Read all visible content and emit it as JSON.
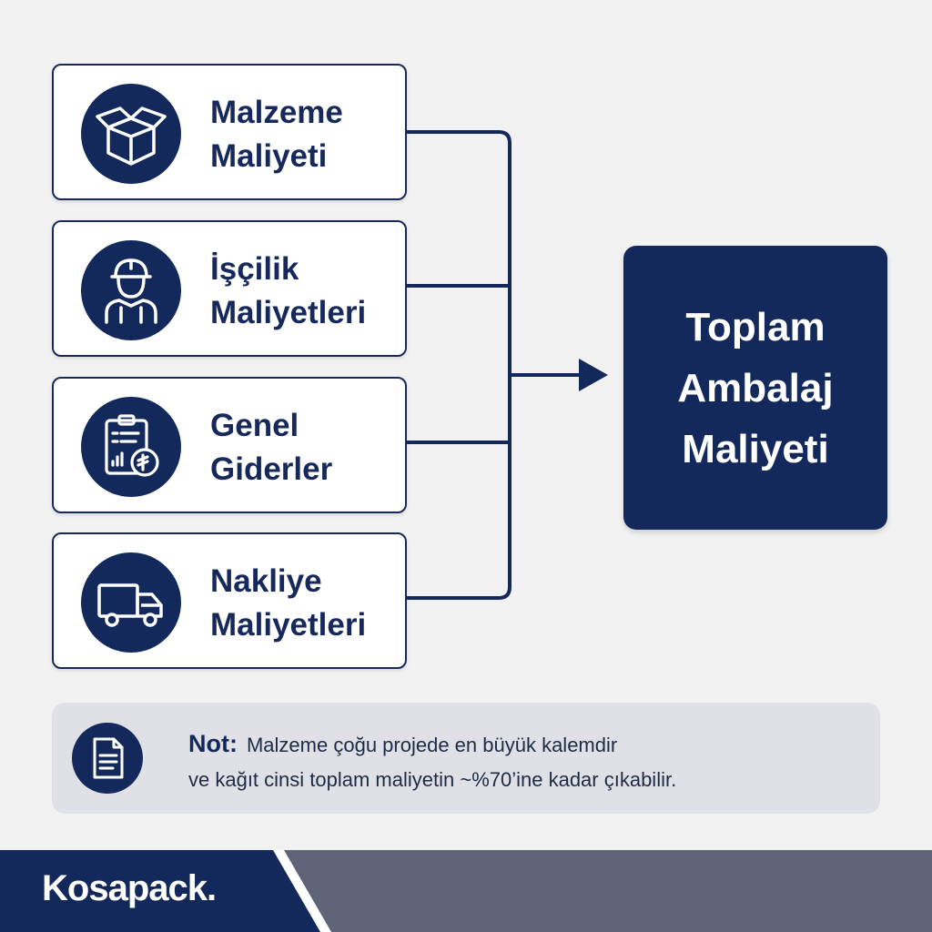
{
  "cards": [
    {
      "line1": "Malzeme",
      "line2": "Maliyeti",
      "icon": "box-icon"
    },
    {
      "line1": "İşçilik",
      "line2": "Maliyetleri",
      "icon": "worker-icon"
    },
    {
      "line1": "Genel",
      "line2": "Giderler",
      "icon": "expense-clipboard-icon"
    },
    {
      "line1": "Nakliye",
      "line2": "Maliyetleri",
      "icon": "truck-icon"
    }
  ],
  "total": {
    "line1": "Toplam",
    "line2": "Ambalaj",
    "line3": "Maliyeti"
  },
  "note": {
    "prefix": "Not:",
    "line1": "Malzeme çoğu projede en büyük kalemdir",
    "line2": "ve kağıt cinsi toplam maliyetin ~%70’ine kadar çıkabilir.",
    "icon": "document-icon"
  },
  "footer": {
    "brand": "Kosapack."
  },
  "colors": {
    "navy": "#13295b",
    "background": "#f2f2f2",
    "note_background": "#dfe1e7",
    "footer_gray": "#5f6479"
  }
}
